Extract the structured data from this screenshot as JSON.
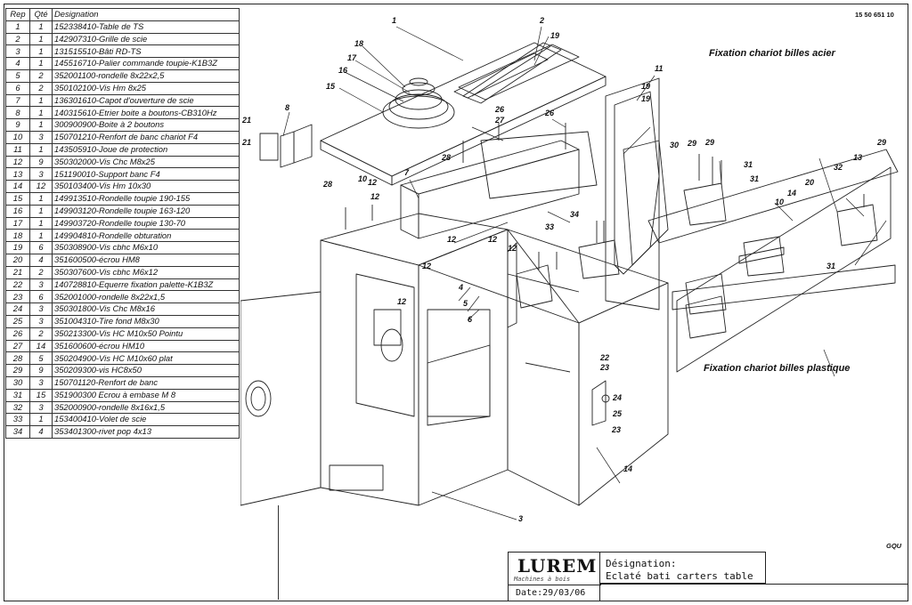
{
  "parts_list": {
    "headers": [
      "Rep",
      "Qté",
      "Designation"
    ],
    "rows": [
      [
        "1",
        "1",
        "152338410-Table de TS"
      ],
      [
        "2",
        "1",
        "142907310-Grille de scie"
      ],
      [
        "3",
        "1",
        "131515510-Bâti RD-TS"
      ],
      [
        "4",
        "1",
        "145516710-Palier commande toupie-K1B3Z"
      ],
      [
        "5",
        "2",
        "352001100-rondelle 8x22x2,5"
      ],
      [
        "6",
        "2",
        "350102100-Vis Hm 8x25"
      ],
      [
        "7",
        "1",
        "136301610-Capot d'ouverture de scie"
      ],
      [
        "8",
        "1",
        "140315610-Etrier boite a boutons-CB310Hz"
      ],
      [
        "9",
        "1",
        "300900900-Boite à 2 boutons"
      ],
      [
        "10",
        "3",
        "150701210-Renfort de banc chariot F4"
      ],
      [
        "11",
        "1",
        "143505910-Joue de protection"
      ],
      [
        "12",
        "9",
        "350302000-Vis Chc M8x25"
      ],
      [
        "13",
        "3",
        "151190010-Support banc F4"
      ],
      [
        "14",
        "12",
        "350103400-Vis Hm 10x30"
      ],
      [
        "15",
        "1",
        "149913510-Rondelle toupie 190-155"
      ],
      [
        "16",
        "1",
        "149903120-Rondelle toupie 163-120"
      ],
      [
        "17",
        "1",
        "149903720-Rondelle toupie 130-70"
      ],
      [
        "18",
        "1",
        "149904810-Rondelle obturation"
      ],
      [
        "19",
        "6",
        "350308900-Vis cbhc M6x10"
      ],
      [
        "20",
        "4",
        "351600500-écrou HM8"
      ],
      [
        "21",
        "2",
        "350307600-Vis cbhc M6x12"
      ],
      [
        "22",
        "3",
        "140728810-Equerre fixation palette-K1B3Z"
      ],
      [
        "23",
        "6",
        "352001000-rondelle 8x22x1,5"
      ],
      [
        "24",
        "3",
        "350301800-Vis Chc M8x16"
      ],
      [
        "25",
        "3",
        "351004310-Tire fond M8x30"
      ],
      [
        "26",
        "2",
        "350213300-Vis HC M10x50 Pointu"
      ],
      [
        "27",
        "14",
        "351600600-écrou HM10"
      ],
      [
        "28",
        "5",
        "350204900-Vis HC M10x60 plat"
      ],
      [
        "29",
        "9",
        "350209300-vis HC8x50"
      ],
      [
        "30",
        "3",
        "150701120-Renfort de banc"
      ],
      [
        "31",
        "15",
        "351900300 Ecrou à embase M 8"
      ],
      [
        "32",
        "3",
        "352000900-rondelle 8x16x1,5"
      ],
      [
        "33",
        "1",
        "153400410-Volet de scie"
      ],
      [
        "34",
        "4",
        "353401300-rivet pop 4x13"
      ]
    ]
  },
  "drawing_number": "15 50 651 10",
  "labels": {
    "steel": "Fixation chariot billes acier",
    "plastic": "Fixation chariot billes plastique"
  },
  "drafter": "GQU",
  "title_block": {
    "company": "LUREM",
    "slogan": "Machines à bois",
    "designation_label": "Désignation:",
    "designation_value": "Eclaté bati carters table",
    "date": "Date:29/03/06"
  },
  "callouts": [
    "1",
    "2",
    "3",
    "4",
    "5",
    "6",
    "7",
    "8",
    "10",
    "11",
    "12",
    "13",
    "14",
    "15",
    "16",
    "17",
    "18",
    "19",
    "20",
    "21",
    "22",
    "23",
    "24",
    "25",
    "26",
    "27",
    "28",
    "29",
    "30",
    "31",
    "32",
    "33",
    "34"
  ],
  "colors": {
    "ink": "#111111",
    "line": "#222222"
  }
}
